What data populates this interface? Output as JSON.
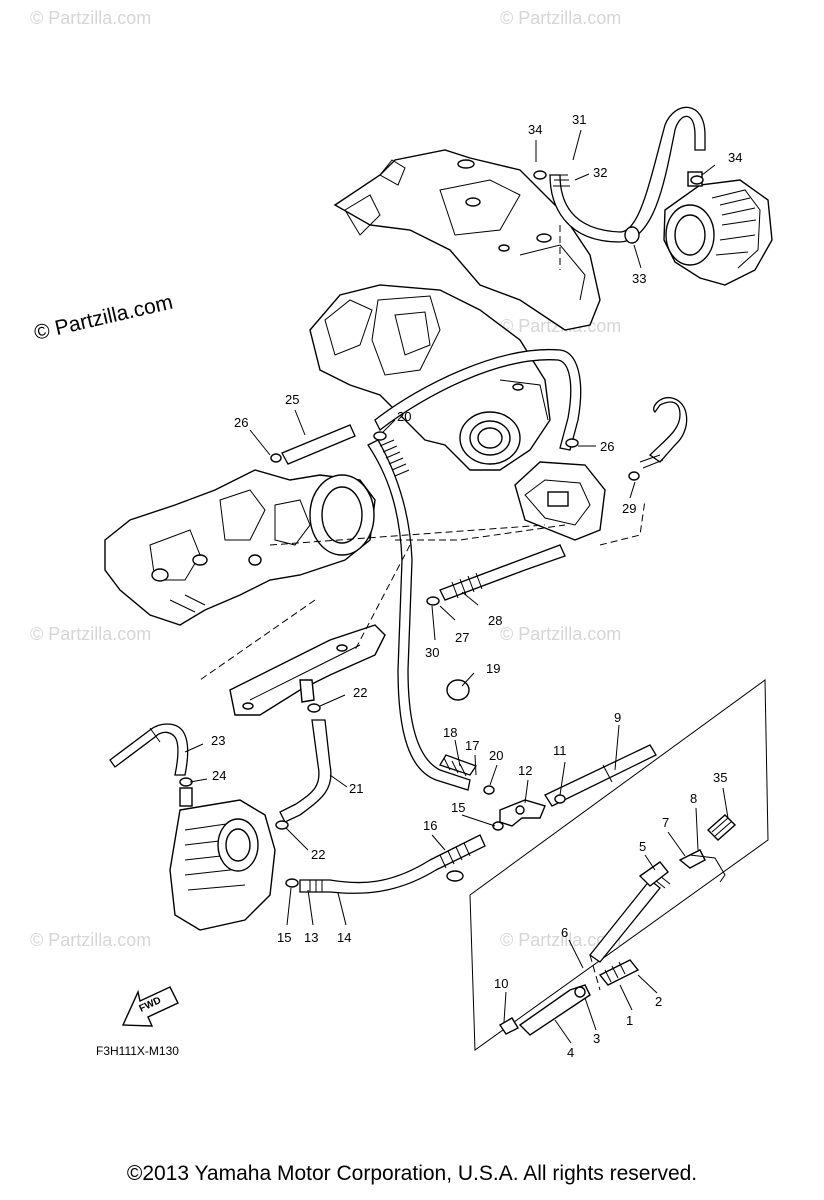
{
  "watermark": "© Partzilla.com",
  "watermark_main": "© Partzilla.com",
  "diagram_code": "F3H111X-M130",
  "fwd_label": "FWD",
  "copyright": "©2013  Yamaha Motor Corporation, U.S.A. All rights reserved.",
  "callouts": {
    "c1": "1",
    "c2": "2",
    "c3": "3",
    "c4": "4",
    "c5": "5",
    "c6": "6",
    "c7": "7",
    "c8": "8",
    "c9": "9",
    "c10": "10",
    "c11": "11",
    "c12": "12",
    "c13": "13",
    "c14": "14",
    "c15a": "15",
    "c15b": "15",
    "c16": "16",
    "c17": "17",
    "c18": "18",
    "c19": "19",
    "c20a": "20",
    "c20b": "20",
    "c21": "21",
    "c22a": "22",
    "c22b": "22",
    "c23": "23",
    "c24": "24",
    "c25": "25",
    "c26a": "26",
    "c26b": "26",
    "c27": "27",
    "c28": "28",
    "c29": "29",
    "c30": "30",
    "c31": "31",
    "c32": "32",
    "c33": "33",
    "c34a": "34",
    "c34b": "34",
    "c35": "35"
  }
}
